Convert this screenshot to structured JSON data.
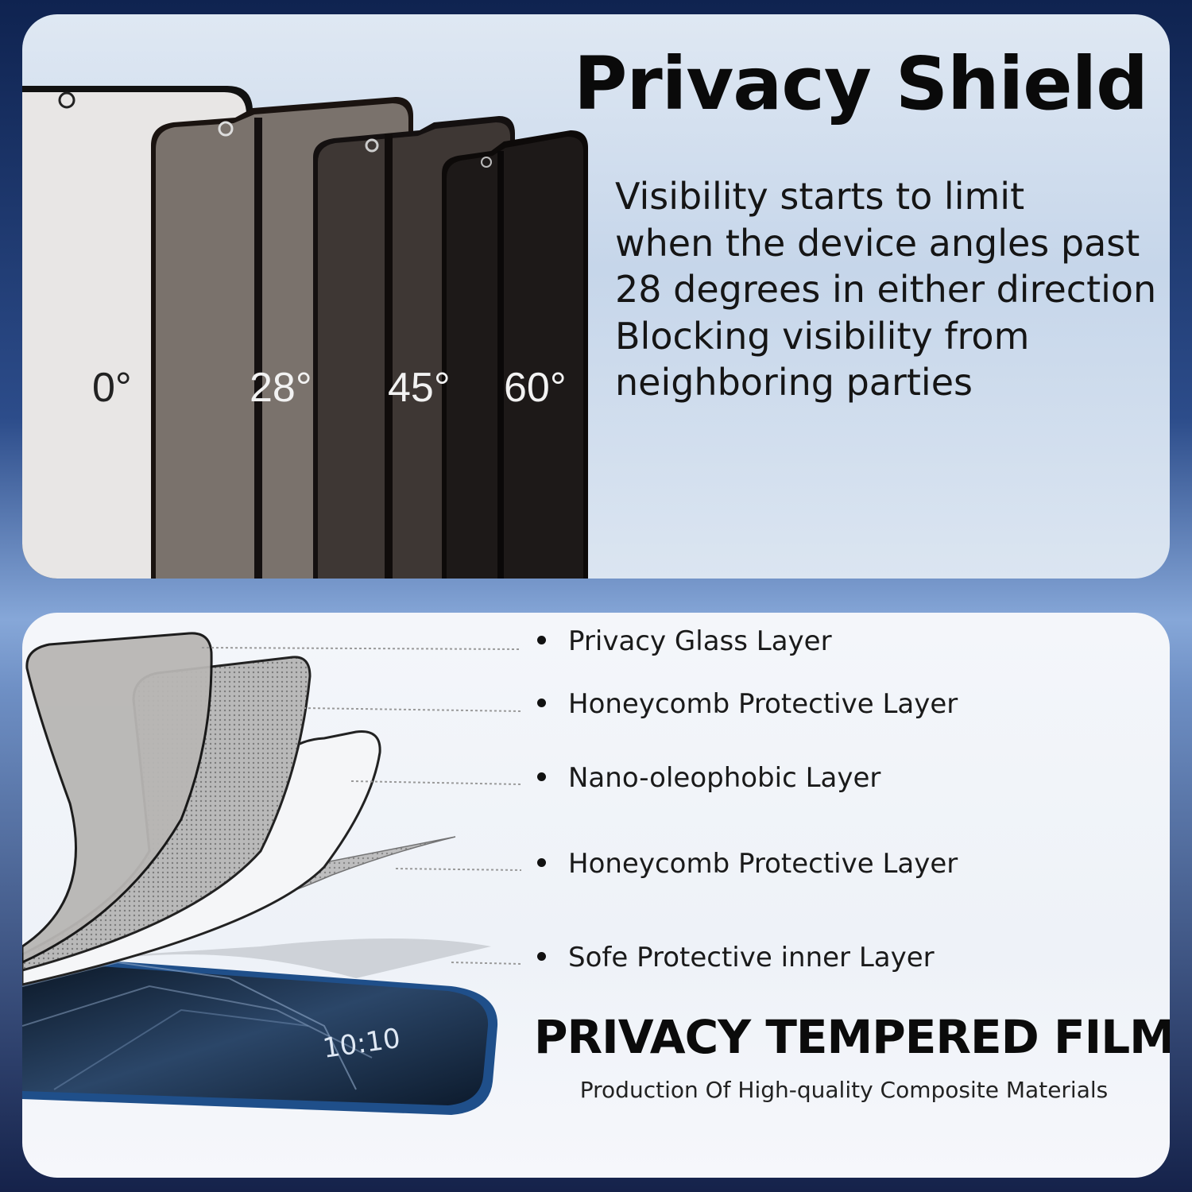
{
  "privacy_shield": {
    "title": "Privacy Shield",
    "description_lines": [
      "Visibility starts to limit",
      "when the device angles past",
      "28 degrees in either direction",
      "Blocking visibility from",
      "neighboring parties"
    ],
    "angles": [
      "0°",
      "28°",
      "45°",
      "60°"
    ]
  },
  "layers": {
    "items": [
      "Privacy Glass Layer",
      "Honeycomb Protective Layer",
      "Nano-oleophobic Layer",
      "Honeycomb Protective Layer",
      "Sofe Protective inner Layer"
    ],
    "phone_clock": "10:10",
    "title": "PRIVACY TEMPERED FILM",
    "subtitle": "Production Of High-quality Composite Materials"
  },
  "colors": {
    "background_dark": "#0f2350",
    "background_light": "#86a7d8",
    "text_dark": "#0a0a0a",
    "phone_blue": "#1f4f8a"
  },
  "icons": [
    "bullet-dot-icon",
    "camera-hole-icon"
  ]
}
